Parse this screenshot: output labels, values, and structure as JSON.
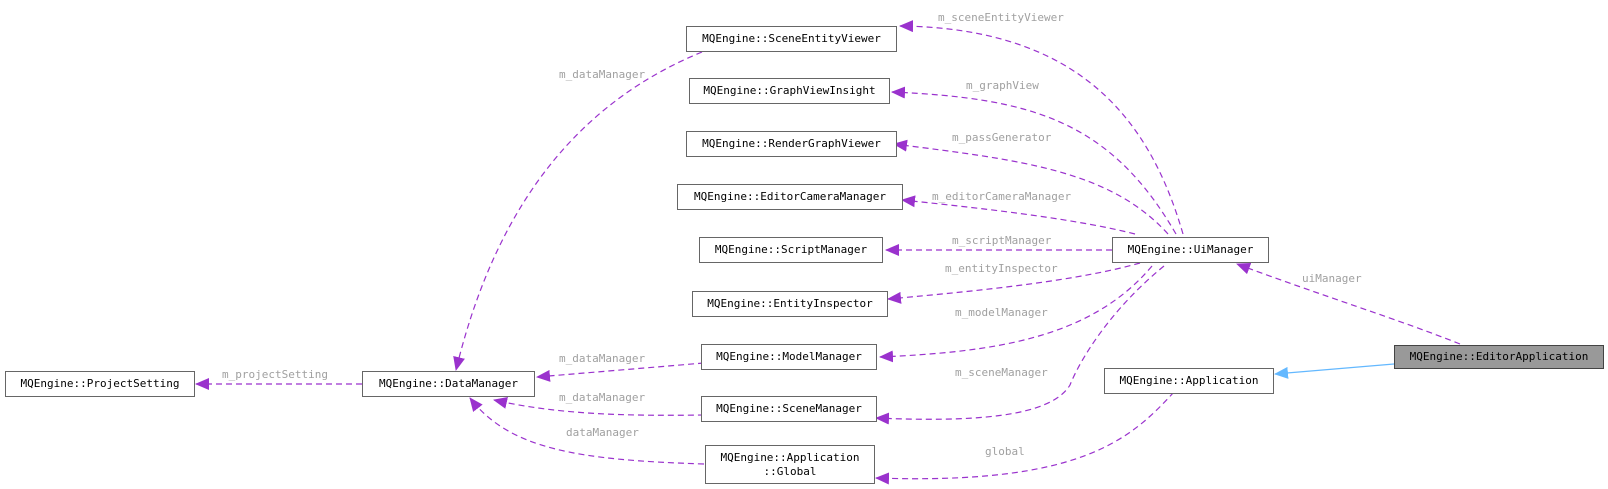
{
  "colors": {
    "relation": "#9a32cd",
    "inheritance": "#63b8ff",
    "node_border": "#666666",
    "active_node_fill": "#999999",
    "edge_label": "#a0a0a0"
  },
  "nodes": {
    "scene_entity_viewer": "MQEngine::SceneEntityViewer",
    "graph_view_insight": "MQEngine::GraphViewInsight",
    "render_graph_viewer": "MQEngine::RenderGraphViewer",
    "editor_camera_manager": "MQEngine::EditorCameraManager",
    "script_manager": "MQEngine::ScriptManager",
    "entity_inspector": "MQEngine::EntityInspector",
    "model_manager": "MQEngine::ModelManager",
    "scene_manager": "MQEngine::SceneManager",
    "application_global_line1": "MQEngine::Application",
    "application_global_line2": "::Global",
    "ui_manager": "MQEngine::UiManager",
    "application": "MQEngine::Application",
    "editor_application": "MQEngine::EditorApplication",
    "data_manager": "MQEngine::DataManager",
    "project_setting": "MQEngine::ProjectSetting"
  },
  "edge_labels": {
    "scene_entity_viewer": "m_sceneEntityViewer",
    "graph_view": "m_graphView",
    "pass_generator": "m_passGenerator",
    "editor_camera_manager": "m_editorCameraManager",
    "script_manager": "m_scriptManager",
    "entity_inspector": "m_entityInspector",
    "model_manager": "m_modelManager",
    "scene_manager": "m_sceneManager",
    "global": "global",
    "ui_manager": "uiManager",
    "data_manager_viewer": "m_dataManager",
    "data_manager_model": "m_dataManager",
    "data_manager_scene": "m_dataManager",
    "data_manager_global": "dataManager",
    "project_setting": "m_projectSetting"
  }
}
